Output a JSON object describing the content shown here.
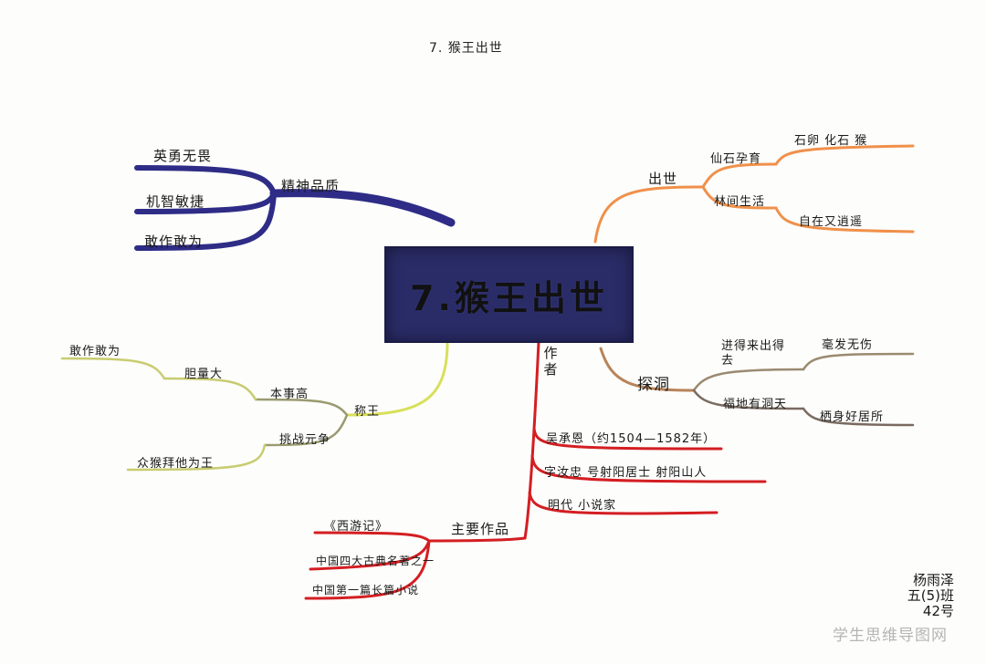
{
  "title": "7. 猴王出世",
  "center": {
    "label": "7.猴王出世",
    "color": "#2a2c68"
  },
  "colors": {
    "spirit": "#2e2c86",
    "birth": "#f0904a",
    "cave": "#b8845a",
    "king": "#d8e05a",
    "author": "#d41e22"
  },
  "branches": {
    "spirit": {
      "label": "精神品质",
      "children": [
        "英勇无畏",
        "机智敏捷",
        "敢作敢为"
      ]
    },
    "birth": {
      "label": "出世",
      "children": [
        {
          "label": "仙石孕育",
          "leaf": "石卵 化石 猴"
        },
        {
          "label": "林间生活",
          "leaf": "自在又逍遥"
        }
      ]
    },
    "cave": {
      "label": "探洞",
      "children": [
        {
          "label": "进得来出得去",
          "leaf": "毫发无伤"
        },
        {
          "label": "福地有洞天",
          "leaf": "栖身好居所"
        }
      ]
    },
    "king": {
      "label": "称王",
      "children": [
        {
          "label": "本事高",
          "sub": "胆量大",
          "leaf": "敢作敢为"
        },
        {
          "label": "挑战元争",
          "leaf": "众猴拜他为王"
        }
      ]
    },
    "author": {
      "label": "作者",
      "children": [
        "吴承恩（约1504—1582年）",
        "字汝忠  号射阳居士  射阳山人",
        "明代 小说家"
      ],
      "works": {
        "label": "主要作品",
        "children": [
          "《西游记》",
          "中国四大古典名著之一",
          "中国第一篇长篇小说"
        ]
      }
    }
  },
  "signature": {
    "name": "杨雨泽",
    "class": "五(5)班",
    "number": "42号"
  },
  "watermark": "学生思维导图网"
}
